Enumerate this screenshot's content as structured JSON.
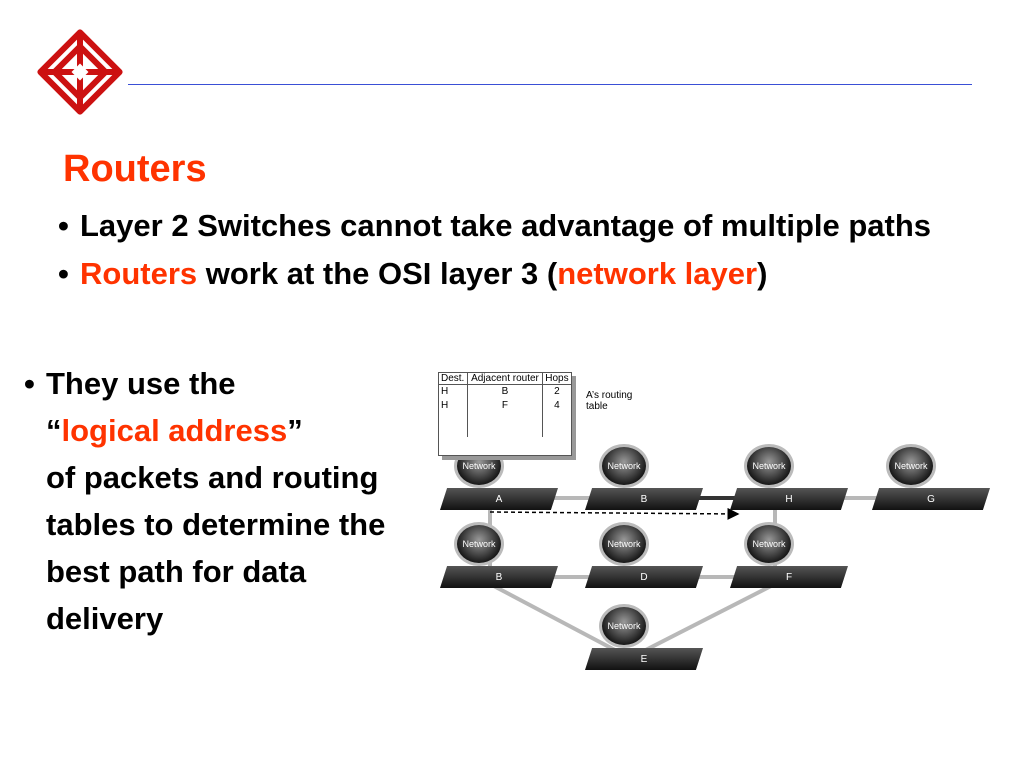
{
  "slide": {
    "title": "Routers",
    "title_color": "#ff3300",
    "accent_color": "#ff3300",
    "rule_color": "#3a4fd6",
    "logo_color": "#cc1111",
    "bullets": [
      {
        "text": "Layer 2 Switches cannot take advantage of multiple paths"
      },
      {
        "pre": "",
        "red1": "Routers",
        "mid": " work at the OSI layer 3 (",
        "red2": "network layer",
        "post": ")"
      }
    ],
    "side_bullet": {
      "line1": "They use the",
      "open_quote": "“",
      "red": "logical address",
      "close_quote": "”",
      "rest": "of packets and routing tables to determine the best path for data delivery"
    }
  },
  "diagram": {
    "routing_table": {
      "caption": "A’s routing table",
      "headers": [
        "Dest.",
        "Adjacent router",
        "Hops"
      ],
      "rows": [
        [
          "H",
          "B",
          "2"
        ],
        [
          "H",
          "F",
          "4"
        ]
      ]
    },
    "network_label": "Network",
    "routers": [
      {
        "label": "A"
      },
      {
        "label": "B"
      },
      {
        "label": "H"
      },
      {
        "label": "G"
      },
      {
        "label": "B"
      },
      {
        "label": "D"
      },
      {
        "label": "F"
      },
      {
        "label": "E"
      }
    ]
  }
}
